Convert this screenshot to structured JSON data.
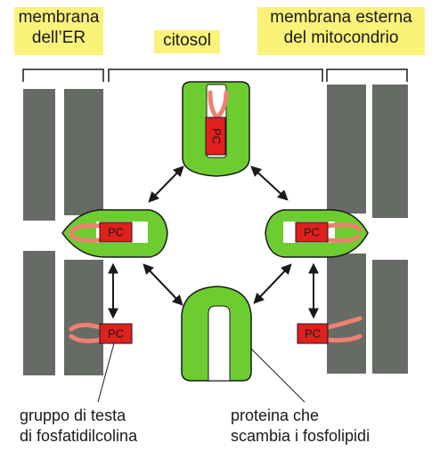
{
  "labels": {
    "er_membrane": "membrana\ndell’ER",
    "cytosol": "citosol",
    "mito_membrane": "membrana esterna\ndel mitocondrio"
  },
  "captions": {
    "head_group": "gruppo di testa\ndi fosfatidilcolina",
    "exchange_protein": "proteina che\nscambia i fosfolipidi"
  },
  "pc_label": "PC",
  "colors": {
    "membrane": "#676b66",
    "protein": "#6dcc2f",
    "pc_box": "#e0201c",
    "lipid_tail": "#f08070",
    "label_bg": "#fbf27a"
  }
}
